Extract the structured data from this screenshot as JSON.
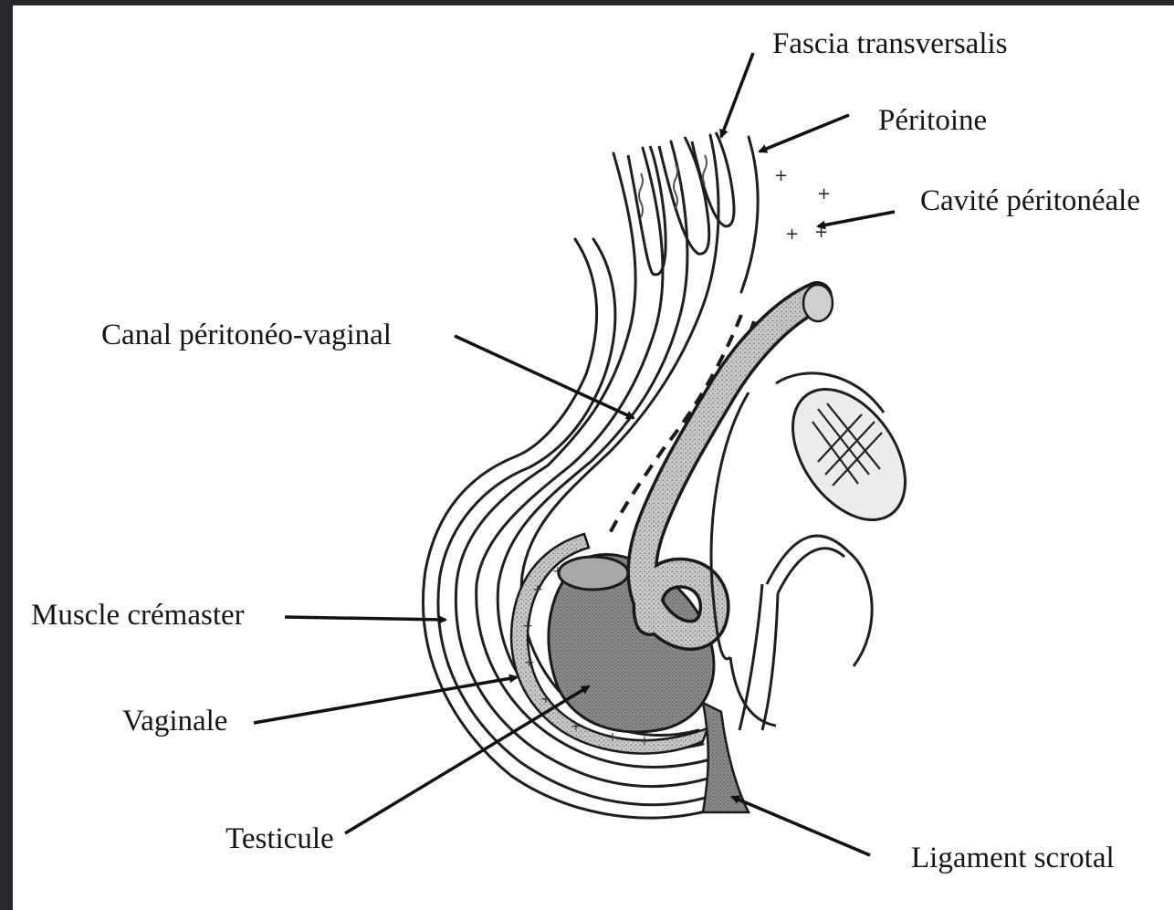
{
  "figure": {
    "labels": {
      "fascia_transversalis": "Fascia transversalis",
      "peritoine": "Péritoine",
      "cavite_peritoneale": "Cavité péritonéale",
      "canal_peritoneo_vaginal": "Canal péritonéo-vaginal",
      "muscle_cremaster": "Muscle crémaster",
      "vaginale": "Vaginale",
      "testicule": "Testicule",
      "ligament_scrotal": "Ligament scrotal"
    },
    "colors": {
      "outer_background": "#27282c",
      "paper": "#ffffff",
      "ink": "#1a1a1a",
      "shading": "#9a9a9a"
    }
  }
}
